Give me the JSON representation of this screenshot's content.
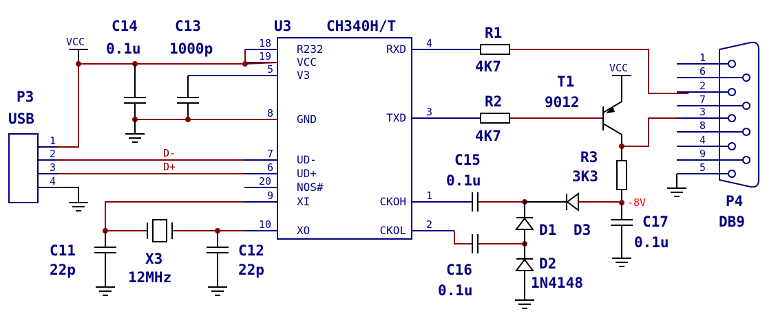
{
  "u3": {
    "ref": "U3",
    "part": "CH340H/T",
    "pins_left": [
      {
        "num": "18",
        "name": "R232"
      },
      {
        "num": "19",
        "name": "VCC"
      },
      {
        "num": "5",
        "name": "V3"
      },
      {
        "num": "8",
        "name": "GND"
      },
      {
        "num": "7",
        "name": "UD-"
      },
      {
        "num": "6",
        "name": "UD+"
      },
      {
        "num": "20",
        "name": "NOS#"
      },
      {
        "num": "9",
        "name": "XI"
      },
      {
        "num": "10",
        "name": "XO"
      }
    ],
    "pins_right": [
      {
        "num": "4",
        "name": "RXD"
      },
      {
        "num": "3",
        "name": "TXD"
      },
      {
        "num": "1",
        "name": "CKOH"
      },
      {
        "num": "2",
        "name": "CKOL"
      }
    ]
  },
  "p3": {
    "ref": "P3",
    "name": "USB",
    "pins": [
      "1",
      "2",
      "3",
      "4"
    ]
  },
  "p4": {
    "ref": "P4",
    "name": "DB9",
    "pins": [
      "1",
      "6",
      "2",
      "7",
      "3",
      "8",
      "4",
      "9",
      "5"
    ]
  },
  "c14": {
    "ref": "C14",
    "value": "0.1u"
  },
  "c13": {
    "ref": "C13",
    "value": "1000p"
  },
  "r1": {
    "ref": "R1",
    "value": "4K7"
  },
  "r2": {
    "ref": "R2",
    "value": "4K7"
  },
  "r3": {
    "ref": "R3",
    "value": "3K3"
  },
  "t1": {
    "ref": "T1",
    "value": "9012"
  },
  "c15": {
    "ref": "C15",
    "value": "0.1u"
  },
  "c16": {
    "ref": "C16",
    "value": "0.1u"
  },
  "c17": {
    "ref": "C17",
    "value": "0.1u"
  },
  "c11": {
    "ref": "C11",
    "value": "22p"
  },
  "c12": {
    "ref": "C12",
    "value": "22p"
  },
  "x3": {
    "ref": "X3",
    "value": "12MHz"
  },
  "d1": {
    "ref": "D1"
  },
  "d2": {
    "ref": "D2",
    "value": "1N4148"
  },
  "d3": {
    "ref": "D3"
  },
  "nets": {
    "vcc": "VCC",
    "d_minus": "D-",
    "d_plus": "D+",
    "neg8v": "-8V"
  },
  "colors": {
    "wire": "#000080",
    "net": "#8b0000",
    "label": "#000080",
    "annotation": "#ff0000"
  }
}
